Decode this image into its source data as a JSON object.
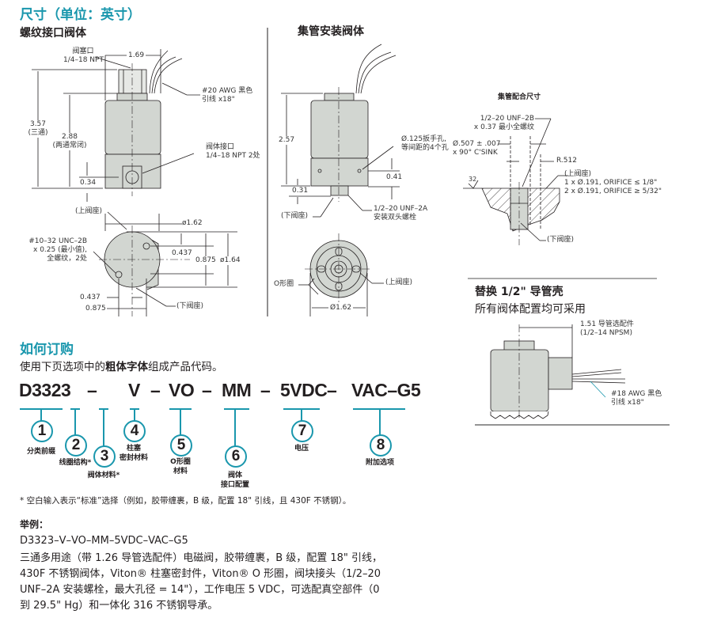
{
  "dimensions": {
    "title": "尺寸（单位：英寸）",
    "threaded": {
      "title": "螺纹接口阀体",
      "plug_port": "阀塞口",
      "plug_port_spec": "1/4–18 NPT",
      "width": "1.69",
      "lead_wire": "#20 AWG 黑色",
      "lead_wire_len": "引线 x18\"",
      "height_3way": "3.57",
      "height_3way_note": "(三通)",
      "height_2way": "2.88",
      "height_2way_note": "(两通常闭)",
      "body_port": "阀体接口",
      "body_port_spec": "1/4–18 NPT 2处",
      "port_offset": "0.34",
      "upper_seat": "(上阀座)",
      "dia_top": "ø1.62",
      "screw_spec_1": "#10–32 UNC–2B",
      "screw_spec_2": "x 0.25 (最小值),",
      "screw_spec_3": "全螺纹，2处",
      "dim_0437_v": "0.437",
      "dim_0875_v": "0.875",
      "dia_side": "ø1.64",
      "dim_0437_h": "0.437",
      "dim_0875_h": "0.875",
      "lower_seat": "(下阀座)"
    },
    "manifold": {
      "title": "集管安装阀体",
      "height": "2.57",
      "wrench_holes_1": "Ø.125扳手孔,",
      "wrench_holes_2": "等间距的4个孔",
      "dim_041": "0.41",
      "dim_031": "0.31",
      "lower_seat": "(下阀座)",
      "stud_1": "1/2–20 UNF–2A",
      "stud_2": "安装双头螺栓",
      "oring": "O形圈",
      "upper_seat": "(上阀座)",
      "dia": "Ø1.62"
    },
    "mating": {
      "title": "集管配合尺寸",
      "thread_1": "1/2–20 UNF–2B",
      "thread_2": "x 0.37 最小全螺纹",
      "csink_1": "Ø.507 ± .007",
      "csink_2": "x 90° C'SINK",
      "radius": "R.512",
      "upper_seat": "(上阀座)",
      "orifice_1": "1 x Ø.191, ORIFICE ≤ 1/8\"",
      "orifice_2": "2 x Ø.191, ORIFICE ≥ 5/32\"",
      "finish": "32",
      "lower_seat": "(下阀座)"
    },
    "conduit": {
      "title": "替换 1/2\" 导管壳",
      "subtitle": "所有阀体配置均可采用",
      "fitting_1": "1.51 导管选配件",
      "fitting_2": "(1/2–14 NPSM)",
      "lead_1": "#18 AWG 黑色",
      "lead_2": "引线 x18\""
    }
  },
  "ordering": {
    "title": "如何订购",
    "instruction_pre": "使用下页选项中的",
    "instruction_bold": "粗体字体",
    "instruction_post": "组成产品代码。",
    "code_parts": [
      "D3323",
      "–",
      "V",
      "–",
      "VO",
      "–",
      "MM",
      "–",
      "5VDC",
      "–",
      "VAC–G5"
    ],
    "fields": [
      {
        "num": "1",
        "label": "分类前缀"
      },
      {
        "num": "2",
        "label": "线圈结构*"
      },
      {
        "num": "3",
        "label": "阀体材料*"
      },
      {
        "num": "4",
        "label": "柱塞",
        "label2": "密封材料"
      },
      {
        "num": "5",
        "label": "O形圈",
        "label2": "材料"
      },
      {
        "num": "6",
        "label": "阀体",
        "label2": "接口配置"
      },
      {
        "num": "7",
        "label": "电压"
      },
      {
        "num": "8",
        "label": "附加选项"
      }
    ],
    "footnote": "* 空白输入表示“标准”选择（例如，胶带缠裹，B 级，配置 18\" 引线，且 430F 不锈钢）。",
    "example_title": "举例：",
    "example_code": "D3323–V–VO–MM–5VDC–VAC–G5",
    "example_lines": [
      "三通多用途（带 1.26 导管选配件）电磁阀，胶带缠裹，B 级，配置 18\" 引线，",
      "430F 不锈钢阀体，Viton® 柱塞密封件，Viton® O 形圈，阀块接头（1/2–20",
      "UNF–2A 安装螺栓，最大孔径 = 14\"），工作电压 5 VDC，可选配真空部件（0",
      "到 29.5\" Hg）和一体化 316 不锈钢导承。"
    ]
  },
  "colors": {
    "accent": "#1a97ad",
    "body_fill": "#d2d6d1"
  }
}
